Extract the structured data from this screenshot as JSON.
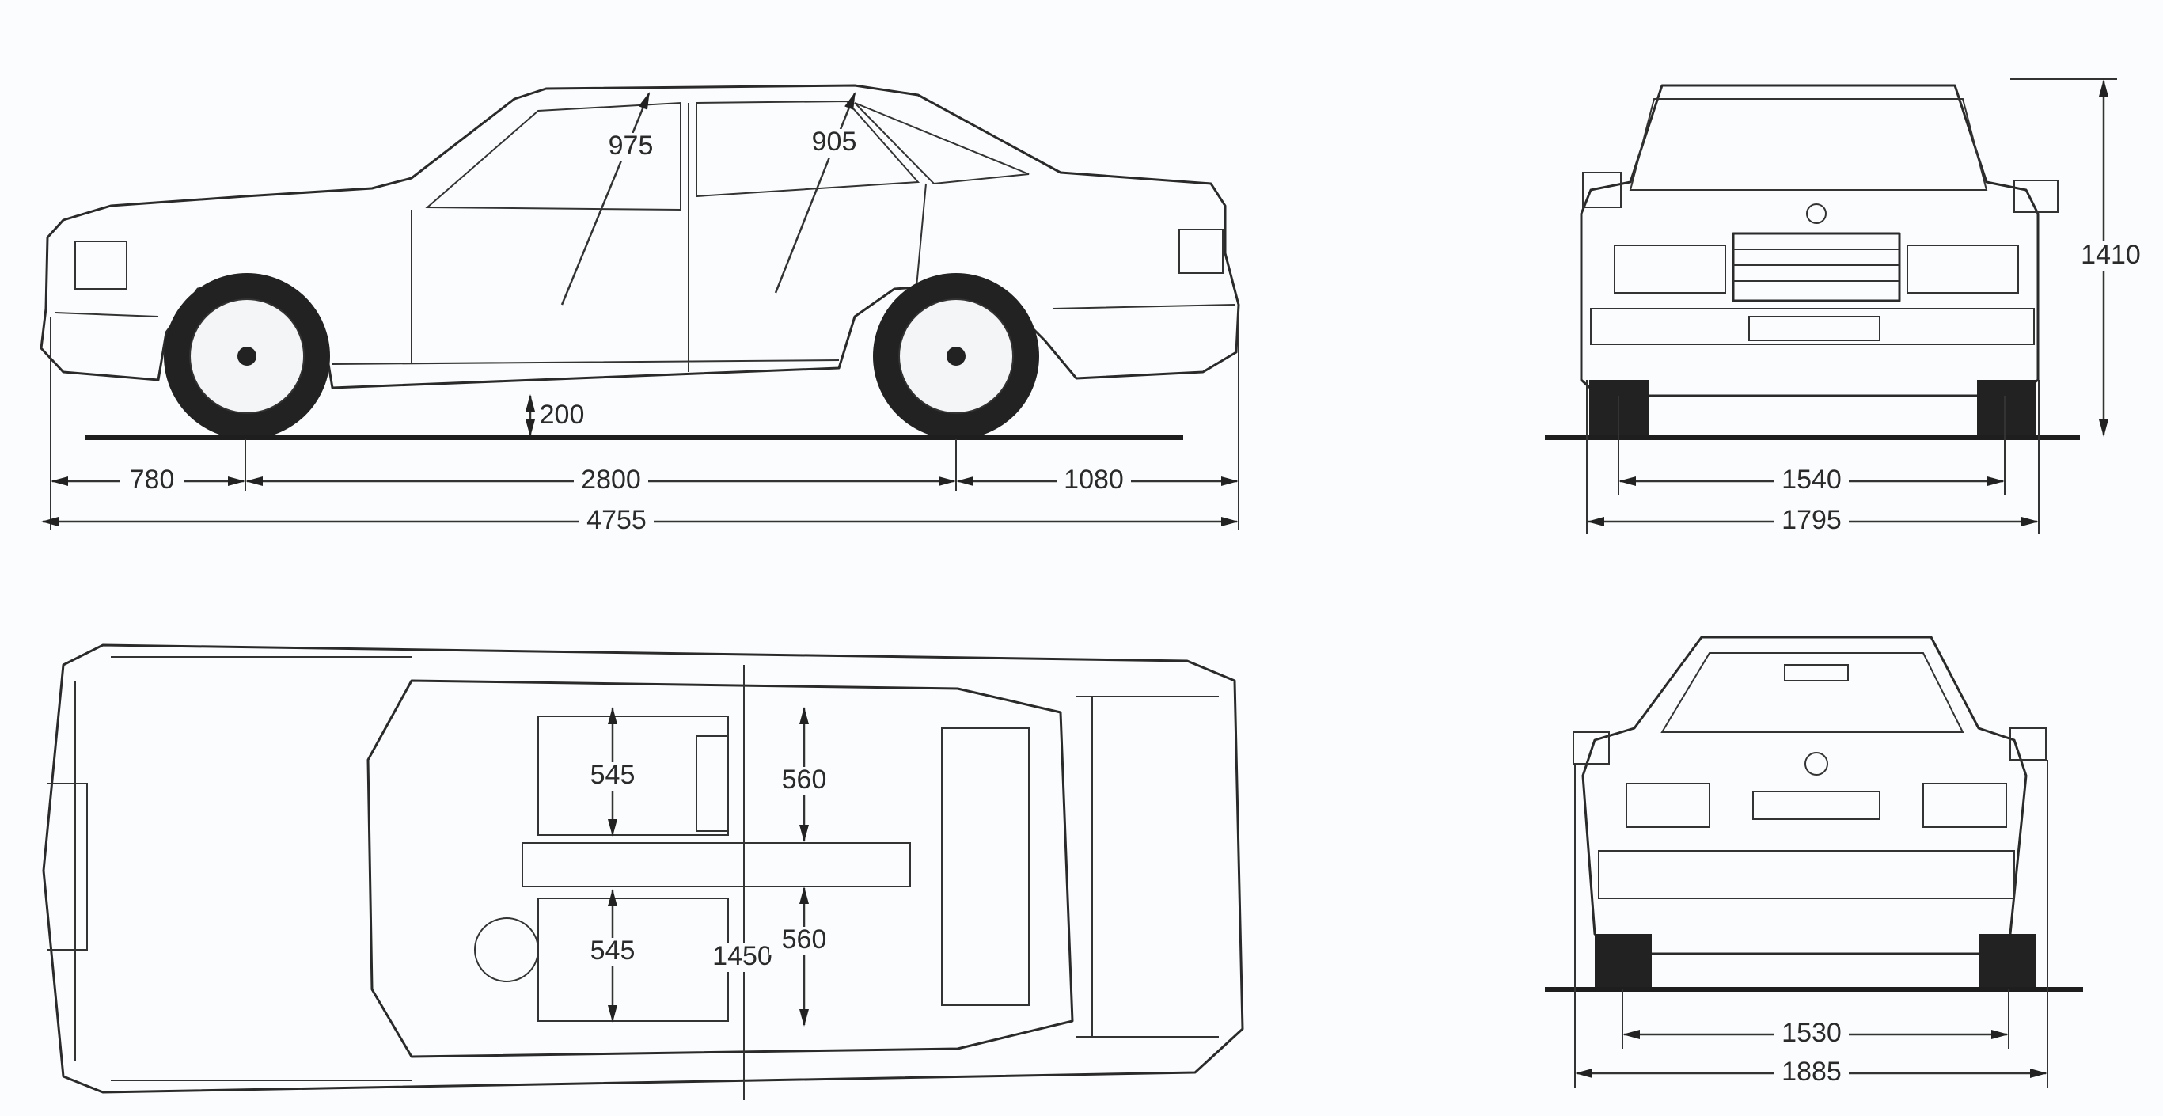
{
  "side_view": {
    "roof_front_headroom": "975",
    "roof_rear_headroom": "905",
    "ground_clearance": "200",
    "front_overhang": "780",
    "wheelbase": "2800",
    "rear_overhang": "1080",
    "overall_length": "4755"
  },
  "front_view": {
    "height": "1410",
    "front_track": "1540",
    "body_width": "1795"
  },
  "top_view": {
    "front_seat_left_width": "545",
    "rear_seat_left_width": "560",
    "front_seat_right_width": "545",
    "interior_width": "1450",
    "rear_seat_right_width": "560"
  },
  "rear_view": {
    "rear_track": "1530",
    "mirror_width": "1885"
  }
}
